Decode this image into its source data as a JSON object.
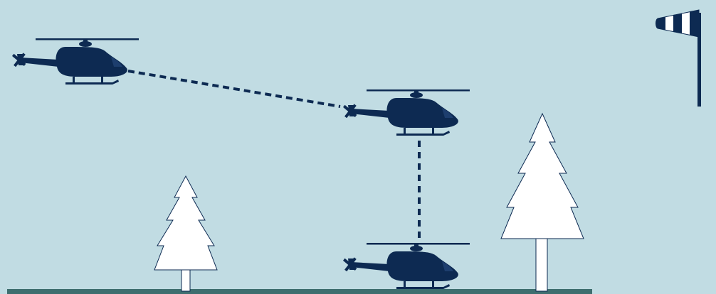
{
  "scene": {
    "colors": {
      "sky": "#c1dce3",
      "ground": "#3e6e6f",
      "helicopter": "#0d2a52",
      "tree_fill": "#ffffff",
      "tree_stroke": "#0d2a52",
      "windsock_stripe": "#0d2a52",
      "windsock_band": "#ffffff",
      "path_line": "#0d2a52"
    },
    "helicopters": [
      {
        "name": "helicopter-start",
        "phase": "cruise"
      },
      {
        "name": "helicopter-hover",
        "phase": "hover"
      },
      {
        "name": "helicopter-landed",
        "phase": "landing"
      }
    ],
    "flight_path": [
      {
        "name": "approach-path",
        "style": "dashed",
        "direction": "descending"
      },
      {
        "name": "vertical-descent-path",
        "style": "dashed",
        "direction": "vertical"
      }
    ],
    "trees": [
      {
        "name": "small-tree",
        "icon": "pine-tree-icon"
      },
      {
        "name": "tall-tree",
        "icon": "pine-tree-icon"
      }
    ],
    "windsock": {
      "icon": "windsock-icon",
      "stripes": 3
    }
  }
}
